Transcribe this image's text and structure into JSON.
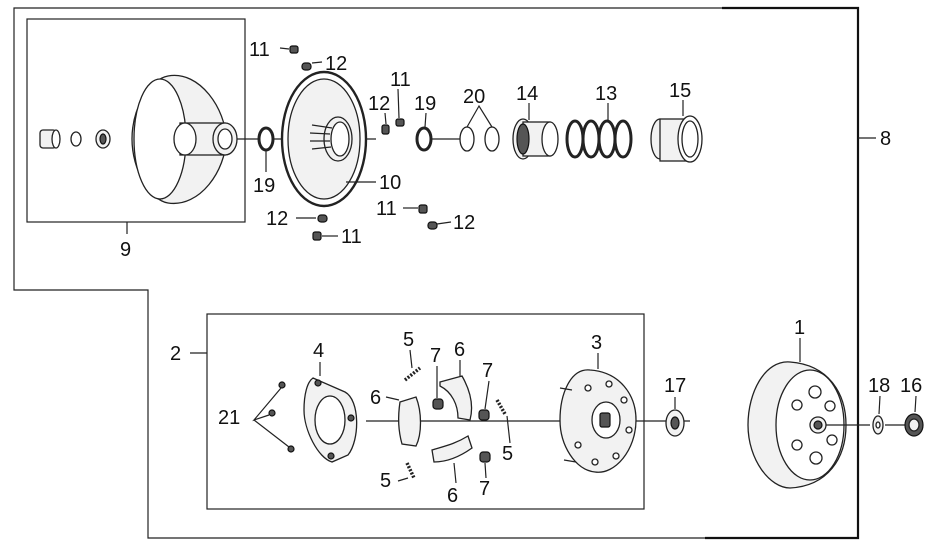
{
  "callouts": {
    "c1": "1",
    "c2": "2",
    "c3": "3",
    "c4": "4",
    "c5a": "5",
    "c5b": "5",
    "c5c": "5",
    "c6a": "6",
    "c6b": "6",
    "c6c": "6",
    "c7a": "7",
    "c7b": "7",
    "c7c": "7",
    "c8": "8",
    "c9": "9",
    "c10": "10",
    "c11a": "11",
    "c11b": "11",
    "c11c": "11",
    "c11d": "11",
    "c12a": "12",
    "c12b": "12",
    "c12c": "12",
    "c12d": "12",
    "c13": "13",
    "c14": "14",
    "c15": "15",
    "c16": "16",
    "c17": "17",
    "c18": "18",
    "c19a": "19",
    "c19b": "19",
    "c20": "20",
    "c21": "21"
  }
}
